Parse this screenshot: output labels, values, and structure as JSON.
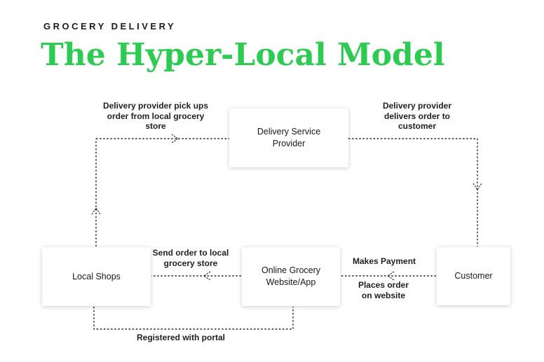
{
  "header": {
    "eyebrow": "GROCERY DELIVERY",
    "title": "The Hyper-Local Model"
  },
  "colors": {
    "title_green": "#2ecb52",
    "line_dark": "#262626",
    "label_dark": "#1f1f1f"
  },
  "diagram": {
    "nodes": {
      "delivery_service_provider": "Delivery Service Provider",
      "local_shops": "Local Shops",
      "online_grocery": "Online Grocery Website/App",
      "customer": "Customer"
    },
    "edge_labels": {
      "pickup": "Delivery provider pick ups order from local grocery store",
      "deliver": "Delivery provider delivers order to customer",
      "send_order": "Send order to local grocery store",
      "makes_payment": "Makes Payment",
      "places_order": "Places order on website",
      "registered": "Registered with portal"
    }
  }
}
